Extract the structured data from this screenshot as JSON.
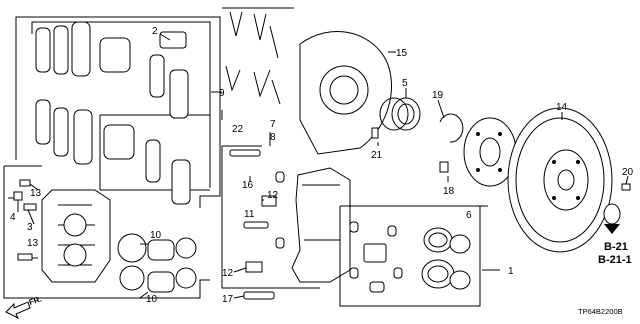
{
  "labels": {
    "n1": "1",
    "n2": "2",
    "n3": "3",
    "n4": "4",
    "n5": "5",
    "n6": "6",
    "n7": "7",
    "n8": "8",
    "n9": "9",
    "n10a": "10",
    "n10b": "10",
    "n11": "11",
    "n12a": "12",
    "n12b": "12",
    "n13a": "13",
    "n13b": "13",
    "n14": "14",
    "n15": "15",
    "n16": "16",
    "n17": "17",
    "n18": "18",
    "n19": "19",
    "n20": "20",
    "n21": "21",
    "n22": "22"
  },
  "refs": {
    "b21": "B-21",
    "b211": "B-21-1"
  },
  "direction": {
    "fr": "FR."
  },
  "diagram_code": "TP64B2200B"
}
